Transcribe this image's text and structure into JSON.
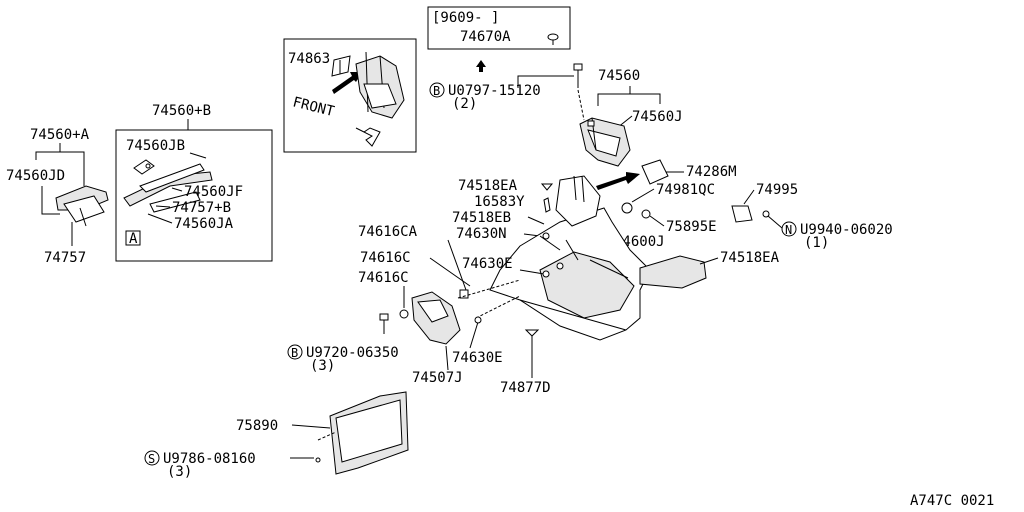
{
  "diagram_id": "A747C 0021",
  "header_box": {
    "range": "[9609-     ]",
    "part": "74670A"
  },
  "labels": {
    "p74560": "74560",
    "p74560J": "74560J",
    "p74286M": "74286M",
    "p74981QC": "74981QC",
    "p74995": "74995",
    "p75895E": "75895E",
    "p74600J": "74600J",
    "p74518EA_r": "74518EA",
    "p74518EA_l": "74518EA",
    "p16583Y": "16583Y",
    "p74518EB": "74518EB",
    "p74630N": "74630N",
    "p74616CA": "74616CA",
    "p74616C_1": "74616C",
    "p74616C_2": "74616C",
    "p74630E_1": "74630E",
    "p74630E_2": "74630E",
    "p74507J": "74507J",
    "p74877D": "74877D",
    "p75890": "75890",
    "p74863": "74863",
    "front": "FRONT",
    "p74560B": "74560+B",
    "p74560JB": "74560JB",
    "p74560JF": "74560JF",
    "p74757B": "74757+B",
    "p74560JA": "74560JA",
    "p74560A": "74560+A",
    "p74560JD": "74560JD",
    "p74757": "74757",
    "ref_a1": "A",
    "ref_a2": "A"
  },
  "fasteners": {
    "bolt_b1": {
      "mark": "B",
      "part": "U0797-15120",
      "qty": "(2)"
    },
    "nut_n1": {
      "mark": "N",
      "part": "U9940-06020",
      "qty": "(1)"
    },
    "bolt_b2": {
      "mark": "B",
      "part": "U9720-06350",
      "qty": "(3)"
    },
    "screw_s1": {
      "mark": "S",
      "part": "U9786-08160",
      "qty": "(3)"
    }
  }
}
